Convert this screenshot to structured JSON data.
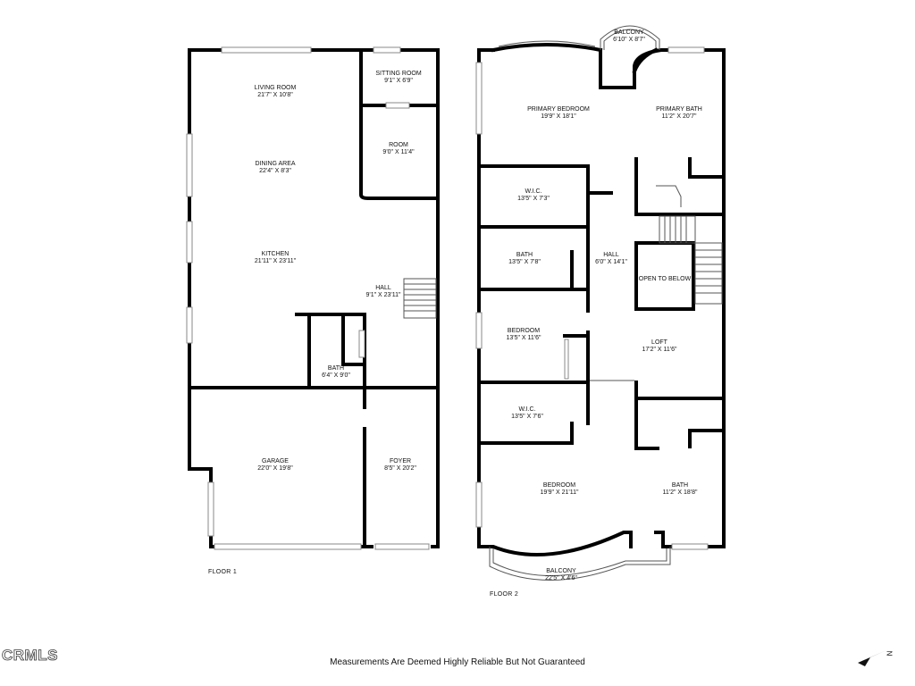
{
  "floors": [
    {
      "label": "FLOOR 1",
      "rooms": [
        {
          "id": "living-room",
          "name": "LIVING ROOM",
          "dims": "21'7\" X 10'8\""
        },
        {
          "id": "sitting-room",
          "name": "SITTING ROOM",
          "dims": "9'1\" X 6'9\""
        },
        {
          "id": "room",
          "name": "ROOM",
          "dims": "9'0\" X 11'4\""
        },
        {
          "id": "dining-area",
          "name": "DINING AREA",
          "dims": "22'4\" X 8'3\""
        },
        {
          "id": "kitchen",
          "name": "KITCHEN",
          "dims": "21'11\" X 23'11\""
        },
        {
          "id": "hall-1",
          "name": "HALL",
          "dims": "9'1\" X 23'11\""
        },
        {
          "id": "bath-1",
          "name": "BATH",
          "dims": "6'4\" X 9'0\""
        },
        {
          "id": "garage",
          "name": "GARAGE",
          "dims": "22'0\" X 19'8\""
        },
        {
          "id": "foyer",
          "name": "FOYER",
          "dims": "8'5\" X 20'2\""
        }
      ]
    },
    {
      "label": "FLOOR 2",
      "rooms": [
        {
          "id": "balcony-top",
          "name": "BALCONY",
          "dims": "6'10\" X 8'7\""
        },
        {
          "id": "primary-bedroom",
          "name": "PRIMARY BEDROOM",
          "dims": "19'9\" X 18'1\""
        },
        {
          "id": "primary-bath",
          "name": "PRIMARY BATH",
          "dims": "11'2\" X 20'7\""
        },
        {
          "id": "wic-1",
          "name": "W.I.C.",
          "dims": "13'5\" X 7'3\""
        },
        {
          "id": "bath-2",
          "name": "BATH",
          "dims": "13'5\" X 7'8\""
        },
        {
          "id": "hall-2",
          "name": "HALL",
          "dims": "6'0\" X 14'1\""
        },
        {
          "id": "open-to-below",
          "name": "OPEN TO BELOW",
          "dims": ""
        },
        {
          "id": "bedroom-1",
          "name": "BEDROOM",
          "dims": "13'5\" X 11'6\""
        },
        {
          "id": "loft",
          "name": "LOFT",
          "dims": "17'2\" X 11'6\""
        },
        {
          "id": "wic-2",
          "name": "W.I.C.",
          "dims": "13'5\" X 7'6\""
        },
        {
          "id": "bedroom-2",
          "name": "BEDROOM",
          "dims": "19'9\" X 21'11\""
        },
        {
          "id": "bath-3",
          "name": "BATH",
          "dims": "11'2\" X 18'8\""
        },
        {
          "id": "balcony-bottom",
          "name": "BALCONY",
          "dims": "22'5\" X 4'6\""
        }
      ]
    }
  ],
  "disclaimer": "Measurements Are Deemed Highly Reliable But Not Guaranteed",
  "logo": "CRMLS",
  "north_letter": "N",
  "icons": {
    "compass": "north-arrow-icon"
  },
  "colors": {
    "wall": "#000000",
    "background": "#ffffff",
    "text": "#111111"
  }
}
